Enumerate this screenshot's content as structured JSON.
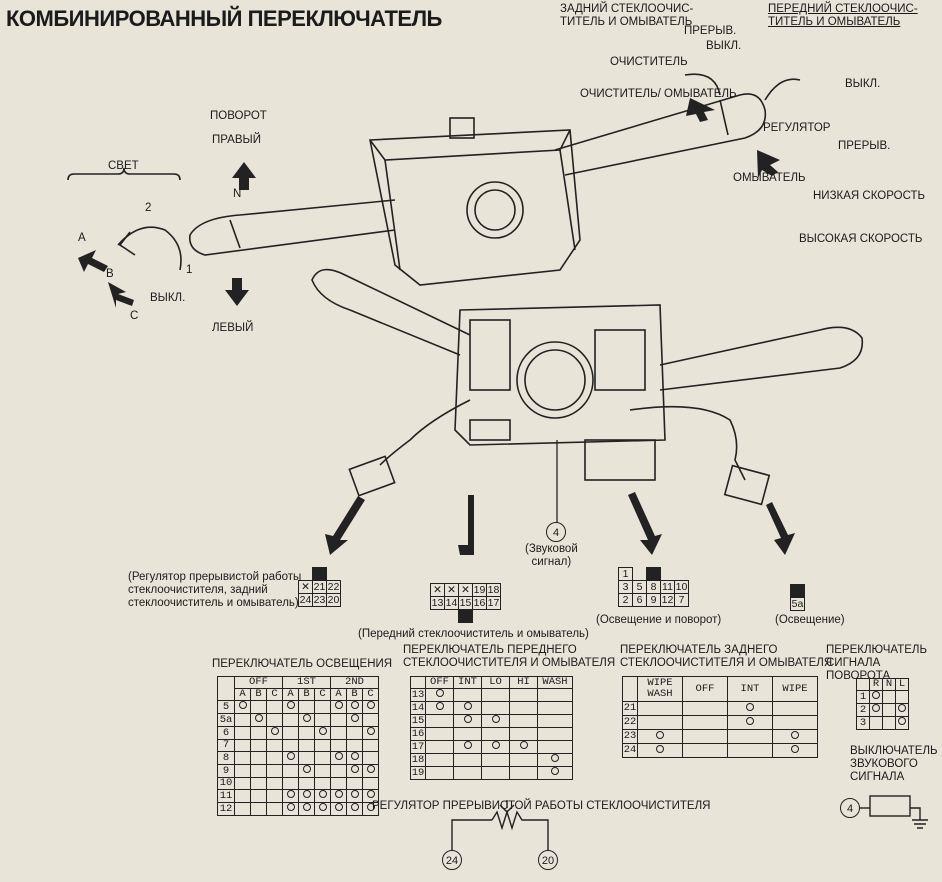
{
  "title": "КОМБИНИРОВАННЫЙ ПЕРЕКЛЮЧАТЕЛЬ",
  "labels": {
    "rear_wiper": "ЗАДНИЙ СТЕКЛООЧИС-\nТИТЕЛЬ И ОМЫВАТЕЛЬ",
    "front_wiper": "ПЕРЕДНИЙ СТЕКЛООЧИС-\nТИТЕЛЬ И ОМЫВАТЕЛЬ",
    "prerv": "ПРЕРЫВ.",
    "vykl": "ВЫКЛ.",
    "ochistitel": "ОЧИСТИТЕЛЬ",
    "ochistitel_omyvatel": "ОЧИСТИТЕЛЬ/ ОМЫВАТЕЛЬ",
    "regulator": "РЕГУЛЯТОР",
    "vykl2": "ВЫКЛ.",
    "prerv2": "ПРЕРЫВ.",
    "omyvatel": "ОМЫВАТЕЛЬ",
    "low_speed": "НИЗКАЯ СКОРОСТЬ",
    "high_speed": "ВЫСОКАЯ СКОРОСТЬ",
    "povorot": "ПОВОРОТ",
    "pravyi": "ПРАВЫЙ",
    "n": "N",
    "svet": "СВЕТ",
    "two": "2",
    "one": "1",
    "a": "A",
    "b": "B",
    "c": "C",
    "vykl3": "ВЫКЛ.",
    "levyi": "ЛЕВЫЙ"
  },
  "captions": {
    "conn1": "(Регулятор прерывистой работы\nстеклоочистителя, задний\nстеклоочиститель и омыватель)",
    "conn2": "(Передний стеклоочиститель и омыватель)",
    "horn": "(Звуковой\nсигнал)",
    "horn_pin": "4",
    "conn3": "(Освещение и поворот)",
    "conn4": "(Освещение)"
  },
  "connectors": {
    "c1_rows": [
      [
        "",
        "■",
        "",
        ""
      ],
      [
        "✕",
        "21",
        "22",
        ""
      ],
      [
        "24",
        "23",
        "20",
        ""
      ]
    ],
    "c2_rows": [
      [
        "✕",
        "✕",
        "✕",
        "19",
        "18"
      ],
      [
        "13",
        "14",
        "15",
        "16",
        "17"
      ]
    ],
    "c3_rows": [
      [
        "1",
        "",
        "■",
        "",
        ""
      ],
      [
        "3",
        "5",
        "8",
        "11",
        "10"
      ],
      [
        "2",
        "6",
        "9",
        "12",
        "7"
      ]
    ],
    "c4_rows": [
      [
        "■"
      ],
      [
        "5a"
      ]
    ]
  },
  "tables": {
    "light": {
      "title": "ПЕРЕКЛЮЧАТЕЛЬ ОСВЕЩЕНИЯ",
      "groups": [
        "OFF",
        "1ST",
        "2ND"
      ],
      "sub": [
        "A",
        "B",
        "C",
        "A",
        "B",
        "C",
        "A",
        "B",
        "C"
      ],
      "rows": [
        "5",
        "5a",
        "6",
        "7",
        "8",
        "9",
        "10",
        "11",
        "12"
      ]
    },
    "front": {
      "title": "ПЕРЕКЛЮЧАТЕЛЬ ПЕРЕДНЕГО\nСТЕКЛООЧИСТИТЕЛЯ И ОМЫВАТЕЛЯ",
      "cols": [
        "OFF",
        "INT",
        "LO",
        "HI",
        "WASH"
      ],
      "rows": [
        "13",
        "14",
        "15",
        "16",
        "17",
        "18",
        "19"
      ]
    },
    "rear": {
      "title": "ПЕРЕКЛЮЧАТЕЛЬ ЗАДНЕГО\nСТЕКЛООЧИСТИТЕЛЯ И ОМЫВАТЕЛЯ",
      "cols": [
        "WIPE\nWASH",
        "OFF",
        "INT",
        "WIPE"
      ],
      "rows": [
        "21",
        "22",
        "23",
        "24"
      ]
    },
    "turn": {
      "title": "ПЕРЕКЛЮЧАТЕЛЬ\nСИГНАЛА ПОВОРОТА",
      "cols": [
        "R",
        "N",
        "L"
      ],
      "rows": [
        "1",
        "2",
        "3"
      ]
    },
    "horn": {
      "title": "ВЫКЛЮЧАТЕЛЬ\nЗВУКОВОГО\nСИГНАЛА",
      "pin": "4"
    },
    "intermittent": {
      "title": "РЕГУЛЯТОР ПРЕРЫВИСТОЙ РАБОТЫ СТЕКЛООЧИСТИТЕЛЯ",
      "pin_left": "24",
      "pin_right": "20"
    }
  }
}
